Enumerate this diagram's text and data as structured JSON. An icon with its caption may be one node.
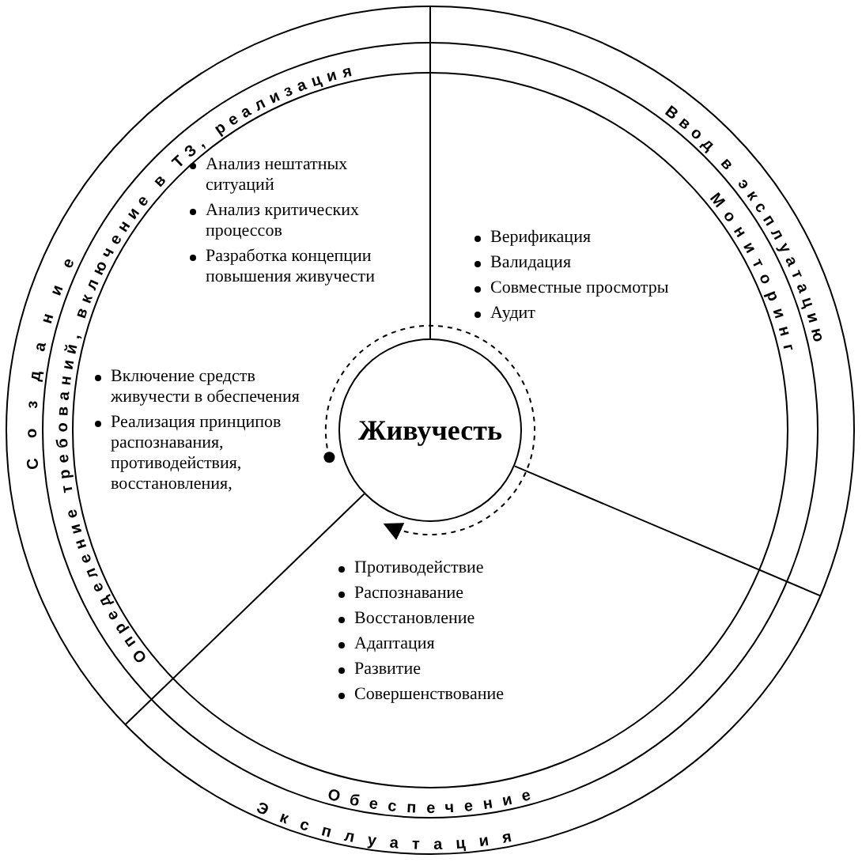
{
  "diagram": {
    "nodes": [
      {
        "text": [
          "Живучесть"
        ]
      }
    ],
    "labels": [
      "Создание",
      "Определение требований, включение в ТЗ, реализация",
      "Ввод в эксплуатацию",
      "Мониторинг",
      "Анализ нештатных ситуаций",
      "Анализ критических процессов",
      "Разработка концепции повышения живучести",
      "Верификация",
      "Валидация",
      "Совместные просмотры",
      "Аудит",
      "Включение средств живучести в обеспечения",
      "Реализация принципов распознавания, противодействия, восстановления,",
      "Противодействие",
      "Распознавание",
      "Восстановление",
      "Адаптация",
      "Развитие",
      "Совершенствование",
      "Обеспечение",
      "Эксплуатация"
    ]
  }
}
